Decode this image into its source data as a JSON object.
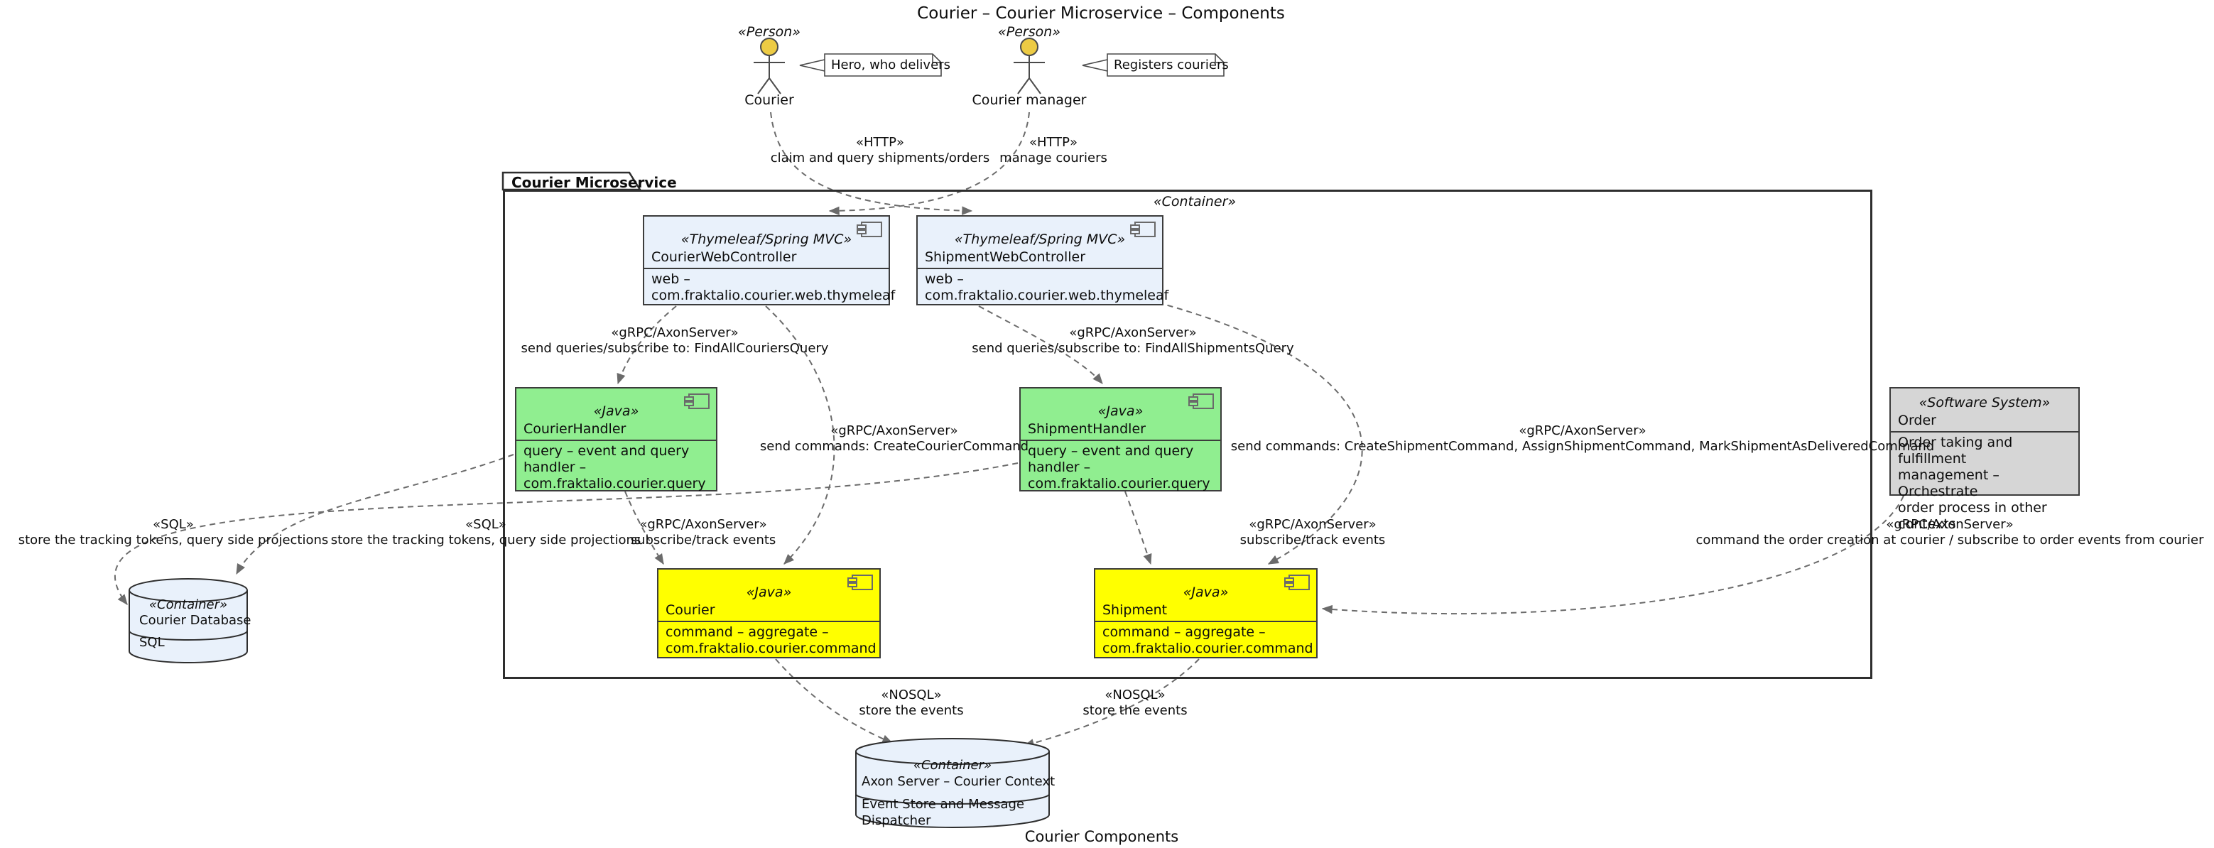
{
  "title": "Courier – Courier Microservice – Components",
  "caption": "Courier Components",
  "actors": {
    "courier": {
      "stereotype": "«Person»",
      "name": "Courier",
      "note": "Hero, who delivers"
    },
    "manager": {
      "stereotype": "«Person»",
      "name": "Courier manager",
      "note": "Registers couriers"
    }
  },
  "boundary": {
    "label": "Courier Microservice",
    "stereotype": "«Container»"
  },
  "components": {
    "courier_web": {
      "stereotype": "«Thymeleaf/Spring MVC»",
      "name": "CourierWebController",
      "description": "web –\ncom.fraktalio.courier.web.thymeleaf"
    },
    "shipment_web": {
      "stereotype": "«Thymeleaf/Spring MVC»",
      "name": "ShipmentWebController",
      "description": "web –\ncom.fraktalio.courier.web.thymeleaf"
    },
    "courier_handler": {
      "stereotype": "«Java»",
      "name": "CourierHandler",
      "description": "query – event and query\nhandler –\ncom.fraktalio.courier.query"
    },
    "shipment_handler": {
      "stereotype": "«Java»",
      "name": "ShipmentHandler",
      "description": "query – event and query\nhandler –\ncom.fraktalio.courier.query"
    },
    "courier_aggregate": {
      "stereotype": "«Java»",
      "name": "Courier",
      "description": "command – aggregate –\ncom.fraktalio.courier.command"
    },
    "shipment_aggregate": {
      "stereotype": "«Java»",
      "name": "Shipment",
      "description": "command – aggregate –\ncom.fraktalio.courier.command"
    },
    "order_system": {
      "stereotype": "«Software System»",
      "name": "Order",
      "description": "Order taking and fulfillment\nmanagement – Orchestrate\norder process in other\ncontexts"
    }
  },
  "databases": {
    "courier_db": {
      "stereotype": "«Container»",
      "name": "Courier Database",
      "technology": "SQL"
    },
    "axon_server": {
      "stereotype": "«Container»",
      "name": "Axon Server – Courier Context",
      "technology": "Event Store and Message\nDispatcher"
    }
  },
  "edges": {
    "http_claim": {
      "stereotype": "«HTTP»",
      "label": "claim and query shipments/orders"
    },
    "http_manage": {
      "stereotype": "«HTTP»",
      "label": "manage couriers"
    },
    "find_couriers": {
      "stereotype": "«gRPC/AxonServer»",
      "label": "send queries/subscribe to: FindAllCouriersQuery"
    },
    "find_shipments": {
      "stereotype": "«gRPC/AxonServer»",
      "label": "send queries/subscribe to: FindAllShipmentsQuery"
    },
    "create_courier": {
      "stereotype": "«gRPC/AxonServer»",
      "label": "send commands: CreateCourierCommand"
    },
    "create_shipment": {
      "stereotype": "«gRPC/AxonServer»",
      "label": "send commands: CreateShipmentCommand, AssignShipmentCommand, MarkShipmentAsDeliveredCommand"
    },
    "sql_left": {
      "stereotype": "«SQL»",
      "label": "store the tracking tokens, query side projections"
    },
    "sql_right": {
      "stereotype": "«SQL»",
      "label": "store the tracking tokens, query side projections"
    },
    "subscribe_left": {
      "stereotype": "«gRPC/AxonServer»",
      "label": "subscribe/track events"
    },
    "subscribe_right": {
      "stereotype": "«gRPC/AxonServer»",
      "label": "subscribe/track events"
    },
    "order_link": {
      "stereotype": "«gRPC/AxonServer»",
      "label": "command the order creation at courier / subscribe to order events from courier"
    },
    "nosql_left": {
      "stereotype": "«NOSQL»",
      "label": "store the events"
    },
    "nosql_right": {
      "stereotype": "«NOSQL»",
      "label": "store the events"
    }
  },
  "colors": {
    "controller": "#E9F1FB",
    "handler": "#90EE90",
    "aggregate": "#FFFF00",
    "external_system": "#D6D6D6",
    "database": "#E9F1FB",
    "arrow": "#6B6B6B",
    "actor_head": "#EDCB44"
  }
}
